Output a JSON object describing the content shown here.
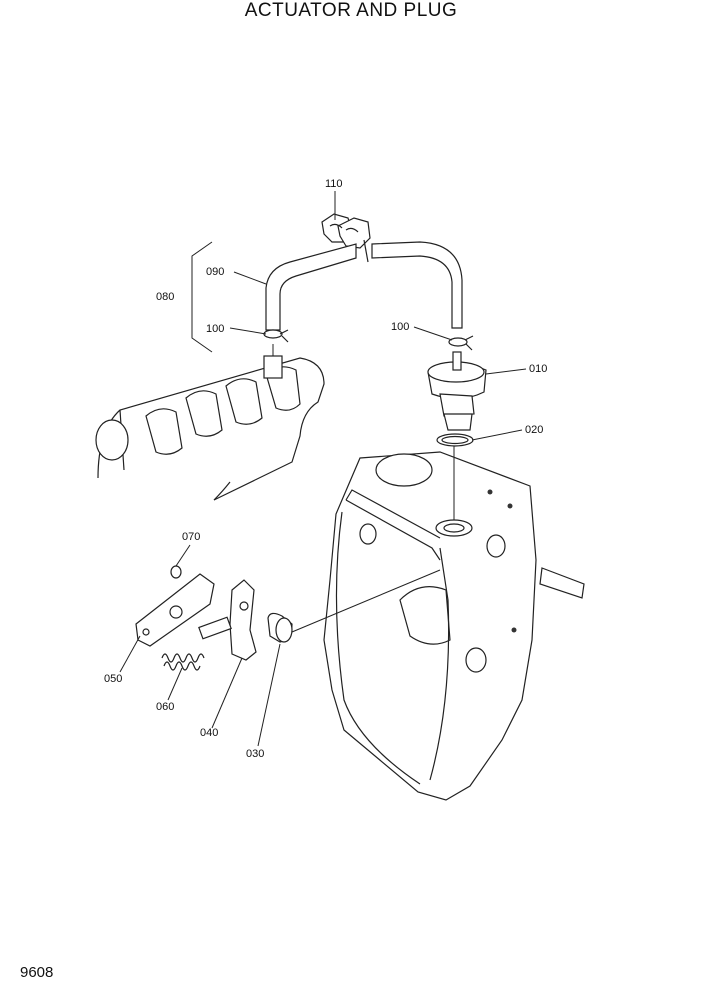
{
  "title": "ACTUATOR AND PLUG",
  "page_number": "9608",
  "callouts": {
    "c110": "110",
    "c090": "090",
    "c080": "080",
    "c100a": "100",
    "c100b": "100",
    "c010": "010",
    "c020": "020",
    "c070": "070",
    "c050": "050",
    "c060": "060",
    "c040": "040",
    "c030": "030"
  }
}
